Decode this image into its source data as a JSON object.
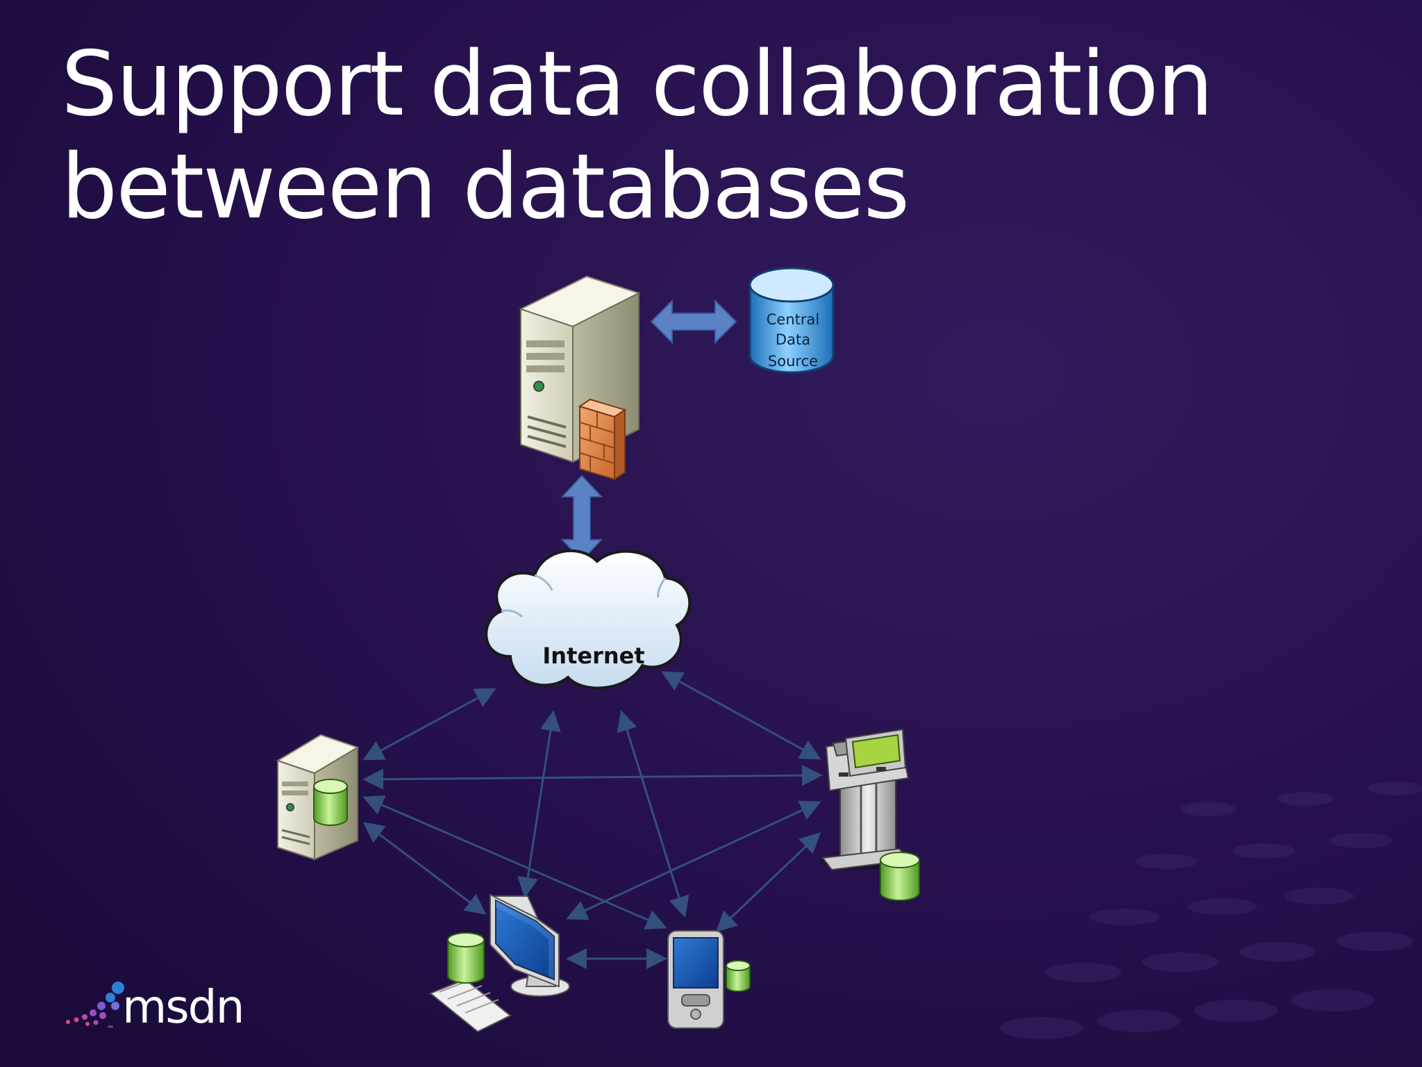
{
  "slide": {
    "title_line1": "Support data collaboration",
    "title_line2": "between databases"
  },
  "diagram": {
    "central_store": {
      "line1": "Central",
      "line2": "Data",
      "line3": "Source"
    },
    "cloud": {
      "label": "Internet"
    },
    "nodes": [
      "server-with-firewall",
      "central-data-source",
      "internet-cloud",
      "database-server",
      "kiosk",
      "desktop-pc",
      "pda"
    ]
  },
  "branding": {
    "logo": "msdn",
    "trademark": "™"
  },
  "colors": {
    "background": "#2a1450",
    "title": "#ffffff",
    "arrow": "#5b82c4",
    "connector": "#34507c",
    "database": "#77bf3e",
    "cylinder": "#3a90d8"
  }
}
